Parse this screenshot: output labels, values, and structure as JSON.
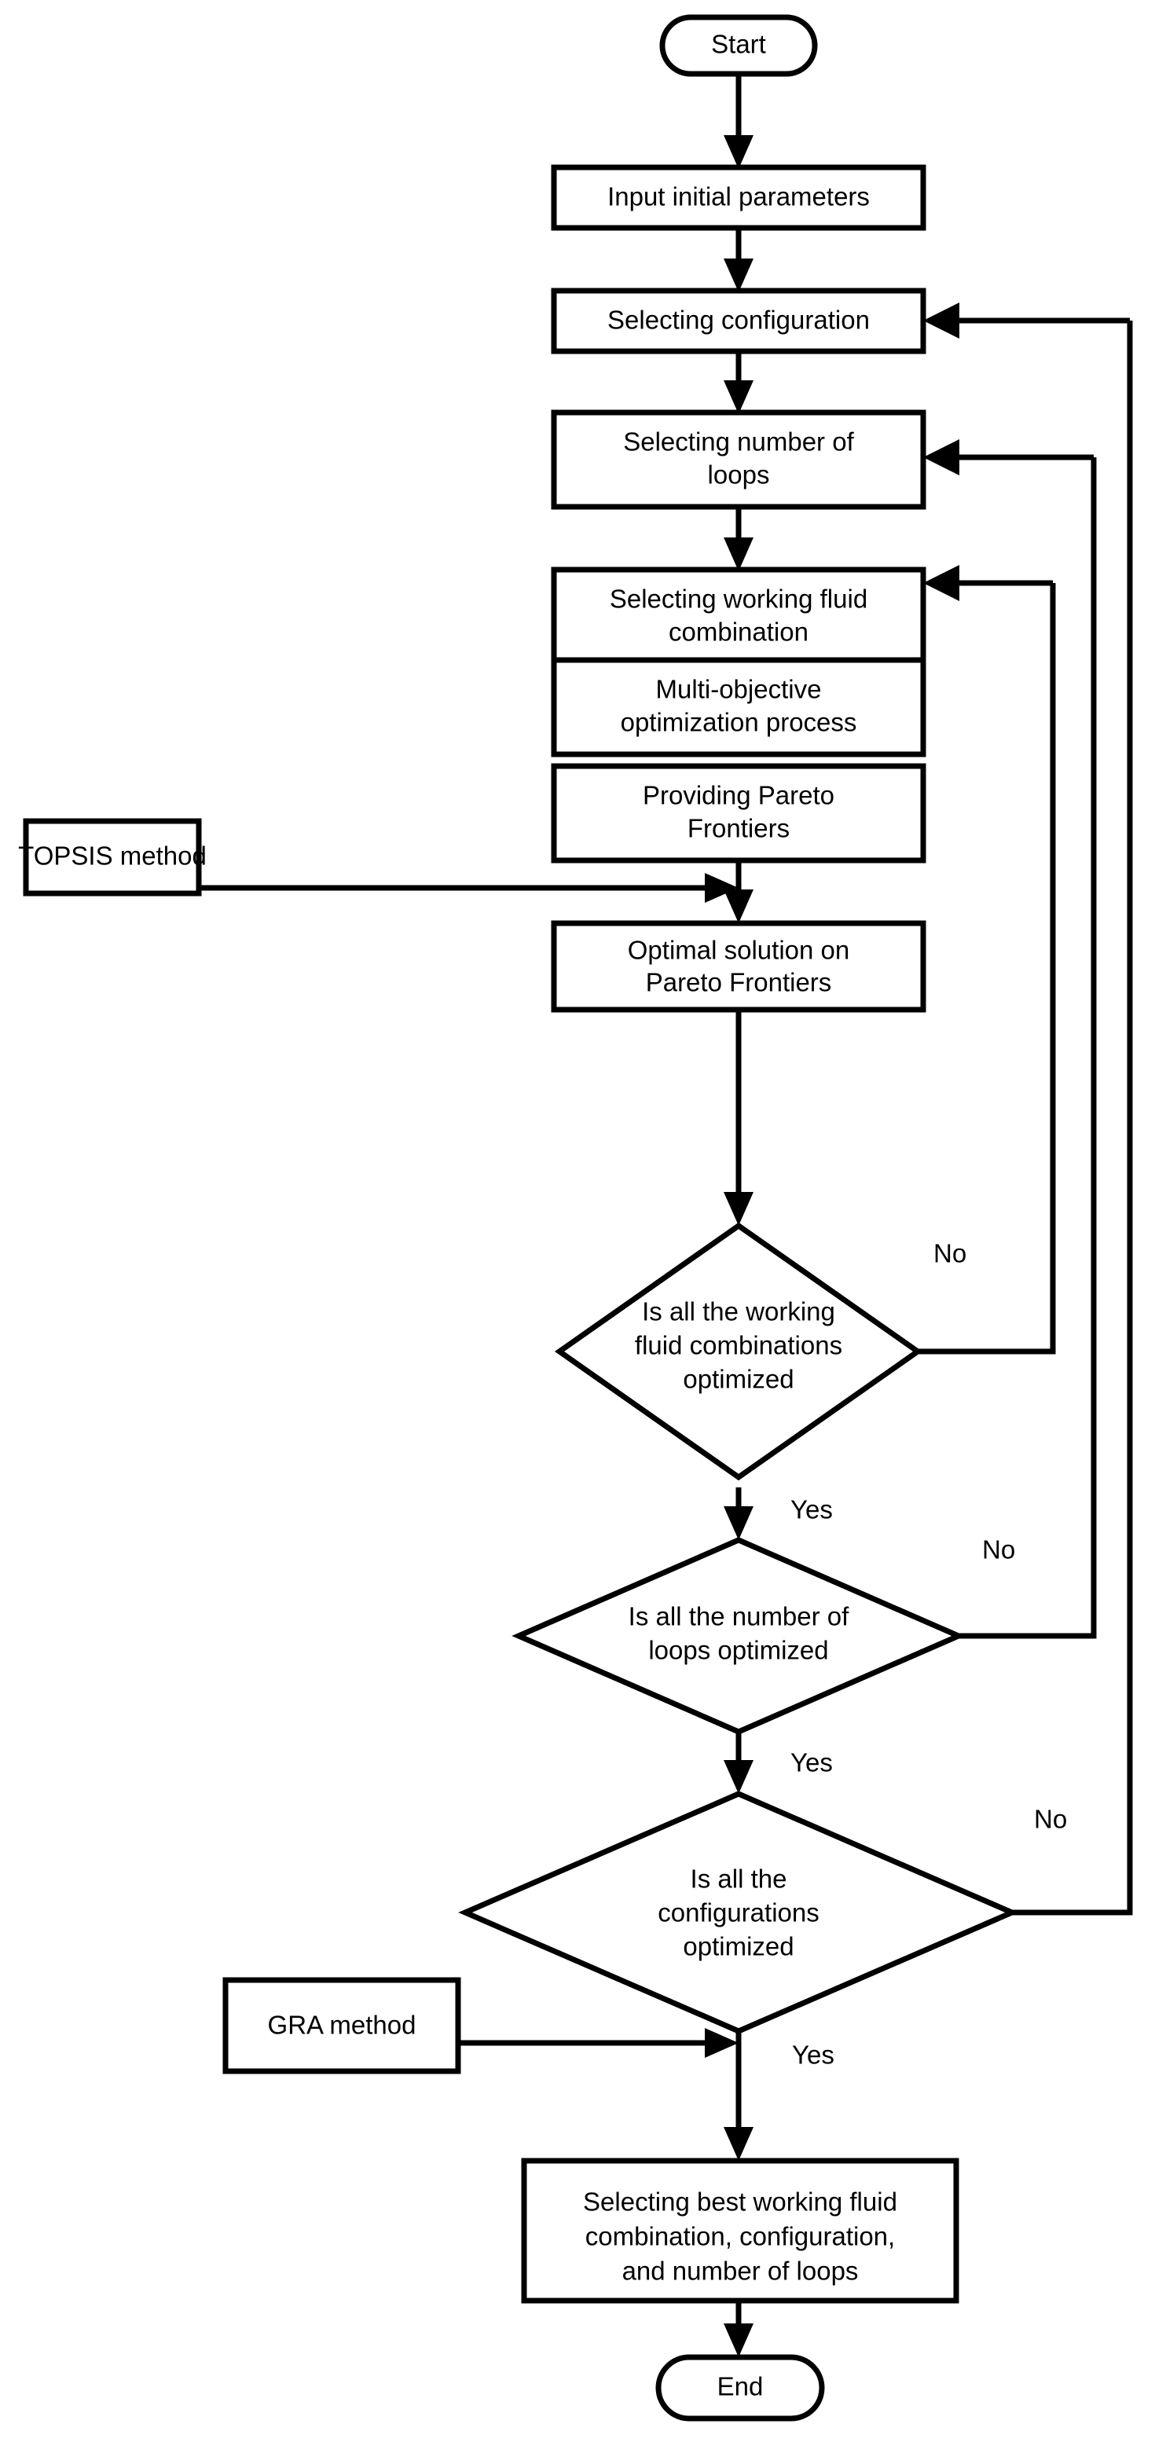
{
  "diagram": {
    "title": "Multi-objective optimization and decision-making flowchart",
    "colors": {
      "background": "#ffffff",
      "stroke": "#000000",
      "fill": "#ffffff",
      "text": "#000000"
    },
    "nodes": {
      "start": {
        "label": "Start",
        "shape": "terminator"
      },
      "input_params": {
        "label": "Input initial parameters",
        "shape": "process"
      },
      "select_config": {
        "label": "Selecting configuration",
        "shape": "process"
      },
      "select_loops_l1": {
        "label": "Selecting number of",
        "shape": "process"
      },
      "select_loops_l2": {
        "label": "loops",
        "shape": "process"
      },
      "select_fluid_l1": {
        "label": "Selecting working fluid",
        "shape": "process"
      },
      "select_fluid_l2": {
        "label": "combination",
        "shape": "process"
      },
      "moo_l1": {
        "label": "Multi-objective",
        "shape": "process"
      },
      "moo_l2": {
        "label": "optimization process",
        "shape": "process"
      },
      "pareto_l1": {
        "label": "Providing Pareto",
        "shape": "process"
      },
      "pareto_l2": {
        "label": "Frontiers",
        "shape": "process"
      },
      "topsis": {
        "label": "TOPSIS method",
        "shape": "process"
      },
      "optimal_l1": {
        "label": "Optimal solution on",
        "shape": "process"
      },
      "optimal_l2": {
        "label": "Pareto Frontiers",
        "shape": "process"
      },
      "dec_fluid_l1": {
        "label": "Is all the working",
        "shape": "decision"
      },
      "dec_fluid_l2": {
        "label": "fluid combinations",
        "shape": "decision"
      },
      "dec_fluid_l3": {
        "label": "optimized",
        "shape": "decision"
      },
      "dec_loops_l1": {
        "label": "Is all the number of",
        "shape": "decision"
      },
      "dec_loops_l2": {
        "label": "loops optimized",
        "shape": "decision"
      },
      "dec_config_l1": {
        "label": "Is all the",
        "shape": "decision"
      },
      "dec_config_l2": {
        "label": "configurations",
        "shape": "decision"
      },
      "dec_config_l3": {
        "label": "optimized",
        "shape": "decision"
      },
      "gra": {
        "label": "GRA method",
        "shape": "process"
      },
      "best_l1": {
        "label": "Selecting best working fluid",
        "shape": "process"
      },
      "best_l2": {
        "label": "combination, configuration,",
        "shape": "process"
      },
      "best_l3": {
        "label": "and number of loops",
        "shape": "process"
      },
      "end": {
        "label": "End",
        "shape": "terminator"
      }
    },
    "branch_labels": {
      "fluid_no": "No",
      "fluid_yes": "Yes",
      "loops_no": "No",
      "loops_yes": "Yes",
      "config_no": "No",
      "config_yes": "Yes"
    },
    "edges": [
      {
        "from": "start",
        "to": "input_params",
        "label": ""
      },
      {
        "from": "input_params",
        "to": "select_config",
        "label": ""
      },
      {
        "from": "select_config",
        "to": "select_loops",
        "label": ""
      },
      {
        "from": "select_loops",
        "to": "select_fluid",
        "label": ""
      },
      {
        "from": "select_fluid",
        "to": "moo",
        "label": ""
      },
      {
        "from": "moo",
        "to": "pareto",
        "label": ""
      },
      {
        "from": "pareto",
        "to": "optimal",
        "label": ""
      },
      {
        "from": "topsis",
        "to": "optimal",
        "label": ""
      },
      {
        "from": "optimal",
        "to": "dec_fluid",
        "label": ""
      },
      {
        "from": "dec_fluid",
        "to": "select_fluid",
        "label": "No"
      },
      {
        "from": "dec_fluid",
        "to": "dec_loops",
        "label": "Yes"
      },
      {
        "from": "dec_loops",
        "to": "select_loops",
        "label": "No"
      },
      {
        "from": "dec_loops",
        "to": "dec_config",
        "label": "Yes"
      },
      {
        "from": "dec_config",
        "to": "select_config",
        "label": "No"
      },
      {
        "from": "dec_config",
        "to": "best",
        "label": "Yes"
      },
      {
        "from": "gra",
        "to": "best",
        "label": ""
      },
      {
        "from": "best",
        "to": "end",
        "label": ""
      }
    ]
  }
}
